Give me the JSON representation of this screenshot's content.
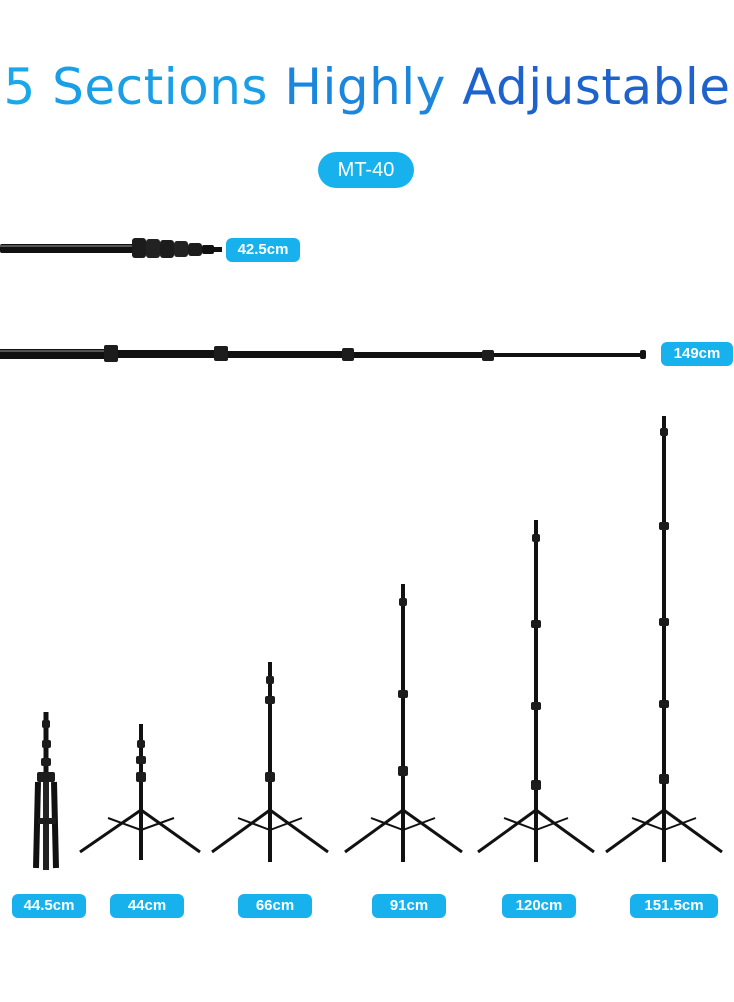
{
  "title": {
    "number": "5",
    "word1": "Sections",
    "word2": "Highly",
    "word3": "Adjustable"
  },
  "model": "MT-40",
  "poles": [
    {
      "label": "42.5cm"
    },
    {
      "label": "149cm"
    }
  ],
  "stands": [
    {
      "label": "44.5cm"
    },
    {
      "label": "44cm"
    },
    {
      "label": "66cm"
    },
    {
      "label": "91cm"
    },
    {
      "label": "120cm"
    },
    {
      "label": "151.5cm"
    }
  ]
}
